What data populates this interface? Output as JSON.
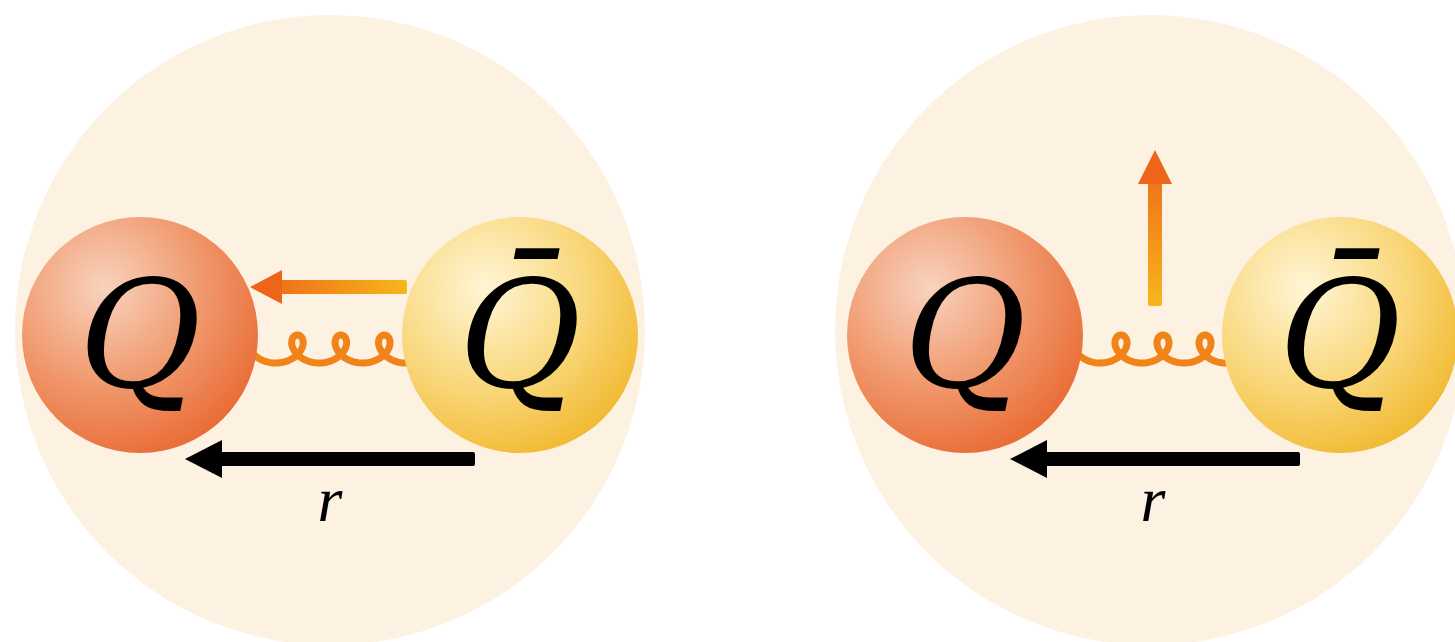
{
  "diagram": {
    "nodes": [
      {
        "text": [
          "Q"
        ]
      },
      {
        "text": [
          "Q̄"
        ]
      },
      {
        "text": [
          "Q"
        ]
      },
      {
        "text": [
          "Q̄"
        ]
      }
    ],
    "edges": [
      {
        "from": 0,
        "to": 1,
        "arrow": "none"
      },
      {
        "from": 2,
        "to": 3,
        "arrow": "none"
      }
    ],
    "labels": [
      "r",
      "r"
    ]
  }
}
